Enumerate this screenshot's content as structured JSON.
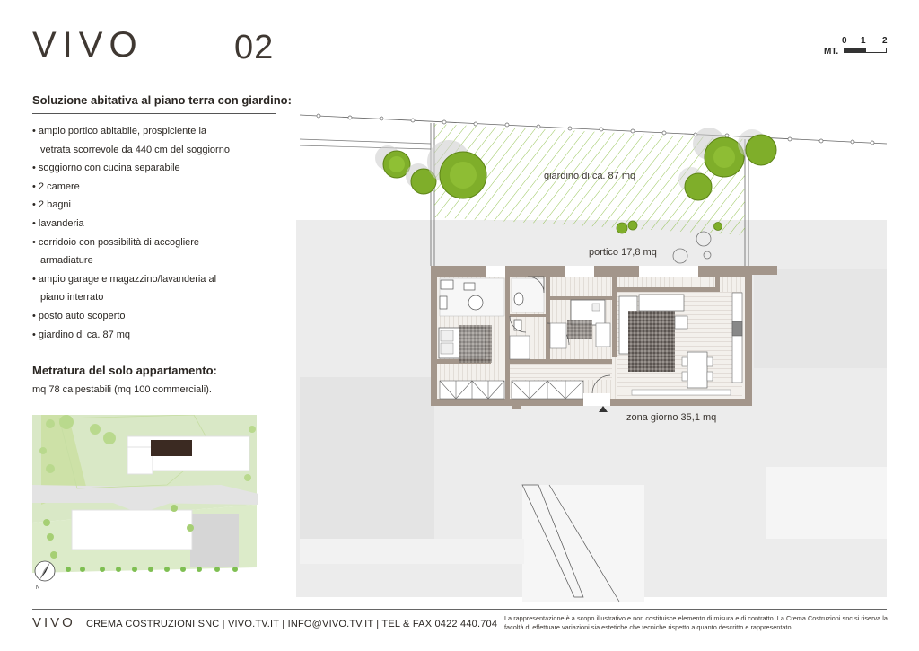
{
  "header": {
    "brand": "VIVO",
    "unit_number": "02",
    "scale": {
      "unit_label": "MT.",
      "ticks": [
        "0",
        "1",
        "2"
      ]
    }
  },
  "description": {
    "heading": "Soluzione abitativa al piano terra con giardino:",
    "features": [
      [
        "• ampio portico abitabile, prospiciente la",
        "vetrata scorrevole da 440 cm del soggiorno"
      ],
      [
        "• soggiorno con cucina separabile"
      ],
      [
        "• 2 camere"
      ],
      [
        "• 2 bagni"
      ],
      [
        "• lavanderia"
      ],
      [
        "• corridoio con possibilità di accogliere",
        "armadiature"
      ],
      [
        "• ampio garage e magazzino/lavanderia al",
        "piano interrato"
      ],
      [
        "• posto auto scoperto"
      ],
      [
        "• giardino di ca. 87 mq"
      ]
    ],
    "metratura_title": "Metratura del solo appartamento:",
    "metratura_text": "mq 78 calpestabili (mq 100 commerciali)."
  },
  "site_map": {
    "north_label": "N"
  },
  "floorplan": {
    "labels": {
      "garden": "giardino di ca. 87 mq",
      "portico": "portico 17,8 mq",
      "living": "zona giorno 35,1 mq"
    }
  },
  "footer": {
    "brand": "VIVO",
    "contacts": "CREMA COSTRUZIONI SNC | VIVO.TV.IT | INFO@VIVO.TV.IT | TEL & FAX 0422 440.704",
    "disclaimer": "La rappresentazione è a scopo illustrativo e non costituisce elemento di misura e di contratto. La Crema Costruzioni snc si riserva la facoltà di effettuare variazioni sia estetiche che tecniche rispetto a quanto descritto e rappresentato."
  },
  "colors": {
    "wall": "#a3968b",
    "floor_wood": "#c9c0b5",
    "shadow": "#e8e8e8",
    "greenery": "#8bbf45",
    "tree_dark": "#6f9a22",
    "text": "#2a2622"
  }
}
